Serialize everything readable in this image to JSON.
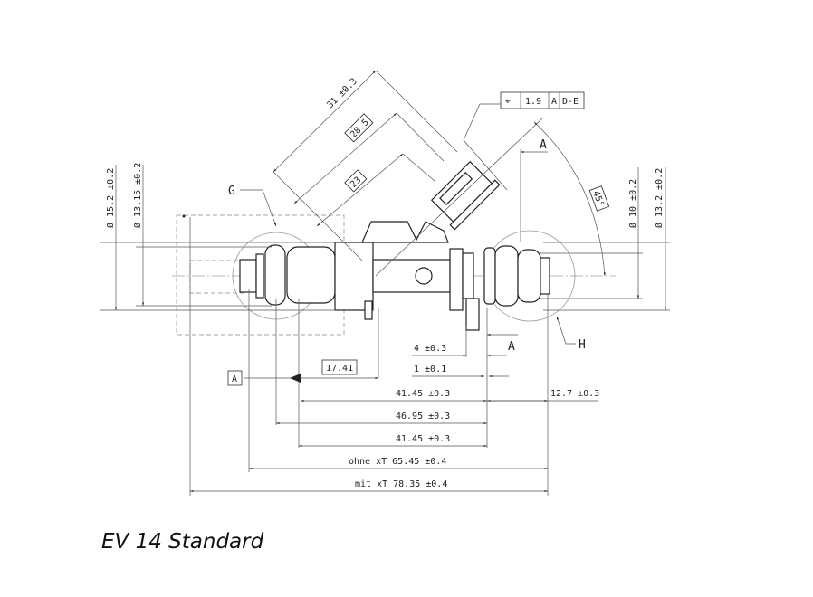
{
  "title": "EV 14 Standard",
  "labels": {
    "detail_g": "G",
    "detail_h": "H",
    "datum_a_top": "A",
    "datum_a_side": "A",
    "datum_a_box": "A"
  },
  "tolerance_frame": {
    "symbol": "⌖",
    "value": "1.9",
    "datum1": "A",
    "datum2": "D-E"
  },
  "dimensions": {
    "len_31": "31 ±0.3",
    "len_28_5": "28.5",
    "len_23": "23",
    "angle": "45°",
    "dia_15_2": "Ø 15.2 ±0.2",
    "dia_13_15": "Ø 13.15 ±0.2",
    "dia_10": "Ø 10 ±0.2",
    "dia_13_2": "Ø 13.2 ±0.2",
    "len_4": "4 ±0.3",
    "len_1": "1 ±0.1",
    "len_17_41": "17.41",
    "len_41_45_a": "41.45 ±0.3",
    "len_12_7": "12.7 ±0.3",
    "len_46_95": "46.95 ±0.3",
    "len_41_45_b": "41.45 ±0.3",
    "ohne_xt": "ohne xT 65.45 ±0.4",
    "mit_xt": "mit xT 78.35 ±0.4"
  }
}
